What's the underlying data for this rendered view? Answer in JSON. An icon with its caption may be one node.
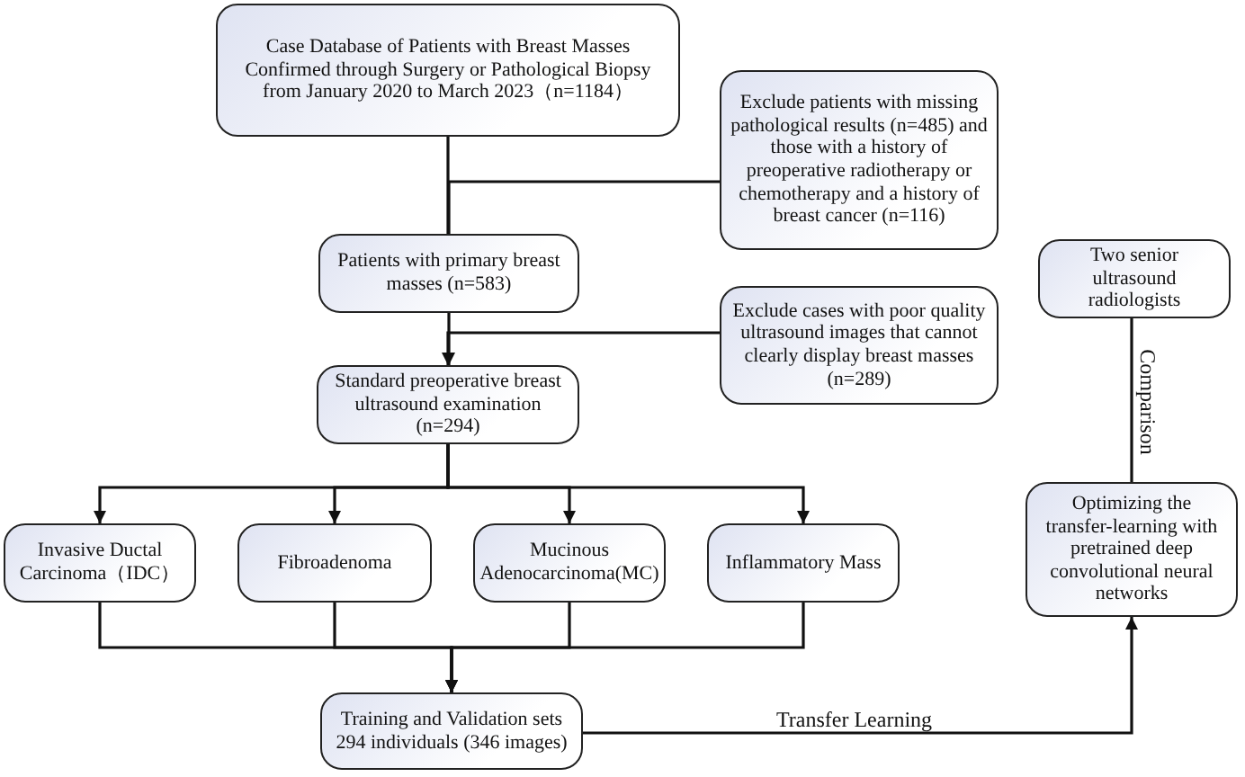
{
  "diagram": {
    "nodes": [
      {
        "text": [
          "Case Database of Patients with Breast Masses Confirmed through Surgery or Pathological Biopsy from January 2020 to March 2023（n=1184）"
        ]
      },
      {
        "text": [
          "Exclude patients with missing pathological results (n=485) and those with a history of preoperative radiotherapy or chemotherapy and a history of breast cancer (n=116)"
        ]
      },
      {
        "text": [
          "Patients with primary breast masses (n=583)"
        ]
      },
      {
        "text": [
          "Exclude cases with poor quality ultrasound images that cannot clearly display breast masses (n=289)"
        ]
      },
      {
        "text": [
          "Standard preoperative breast ultrasound examination (n=294)"
        ]
      },
      {
        "text": [
          "Invasive Ductal Carcinoma（IDC）"
        ]
      },
      {
        "text": [
          "Fibroadenoma"
        ]
      },
      {
        "text": [
          "Mucinous Adenocarcinoma(MC)"
        ]
      },
      {
        "text": [
          "Inflammatory Mass"
        ]
      },
      {
        "text": [
          "Training  and Validation sets 294 individuals (346 images)"
        ]
      },
      {
        "text": [
          "Two senior ultrasound radiologists"
        ]
      },
      {
        "text": [
          "Optimizing the transfer-learning with pretrained deep convolutional neural networks"
        ]
      }
    ],
    "edges": [
      {
        "from": 0,
        "to": 2,
        "arrow": "none"
      },
      {
        "from": 1,
        "to": 2,
        "arrow": "none"
      },
      {
        "from": 2,
        "to": 4,
        "arrow": "to"
      },
      {
        "from": 3,
        "to": 4,
        "arrow": "to"
      },
      {
        "from": 4,
        "to": 5,
        "arrow": "to"
      },
      {
        "from": 4,
        "to": 6,
        "arrow": "to"
      },
      {
        "from": 4,
        "to": 7,
        "arrow": "to"
      },
      {
        "from": 4,
        "to": 8,
        "arrow": "to"
      },
      {
        "from": 5,
        "to": 9,
        "arrow": "to"
      },
      {
        "from": 6,
        "to": 9,
        "arrow": "to"
      },
      {
        "from": 7,
        "to": 9,
        "arrow": "to"
      },
      {
        "from": 8,
        "to": 9,
        "arrow": "to"
      },
      {
        "from": 9,
        "to": 11,
        "arrow": "to",
        "label": "Transfer Learning"
      },
      {
        "from": 11,
        "to": 10,
        "arrow": "none",
        "label": "Comparison"
      }
    ]
  }
}
